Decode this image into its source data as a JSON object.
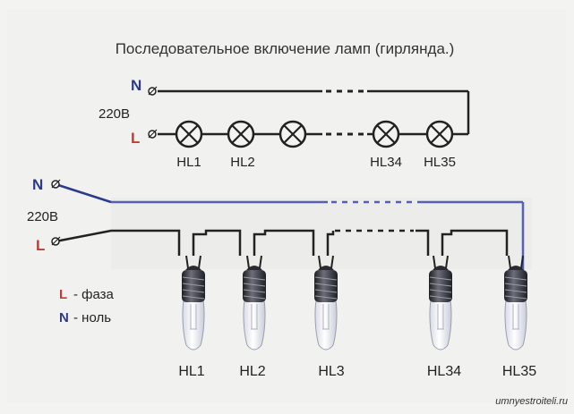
{
  "title": "Последовательное включение ламп (гирлянда.)",
  "top_circuit": {
    "n_label": "N",
    "voltage": "220В",
    "l_label": "L",
    "lamps": [
      "HL1",
      "HL2",
      "",
      "HL34",
      "HL35"
    ]
  },
  "bottom_circuit": {
    "n_label": "N",
    "voltage": "220В",
    "l_label": "L",
    "lamps": [
      "HL1",
      "HL2",
      "HL3",
      "HL34",
      "HL35"
    ]
  },
  "legend": {
    "l_letter": "L",
    "l_text": "- фаза",
    "n_letter": "N",
    "n_text": "- ноль"
  },
  "watermark": "umnyestroiteli.ru",
  "colors": {
    "l_color": "#c8392e",
    "n_color": "#2c3a8c",
    "n_wire": "#5560b8",
    "line": "#222222",
    "frame": "#e4e4e4"
  }
}
